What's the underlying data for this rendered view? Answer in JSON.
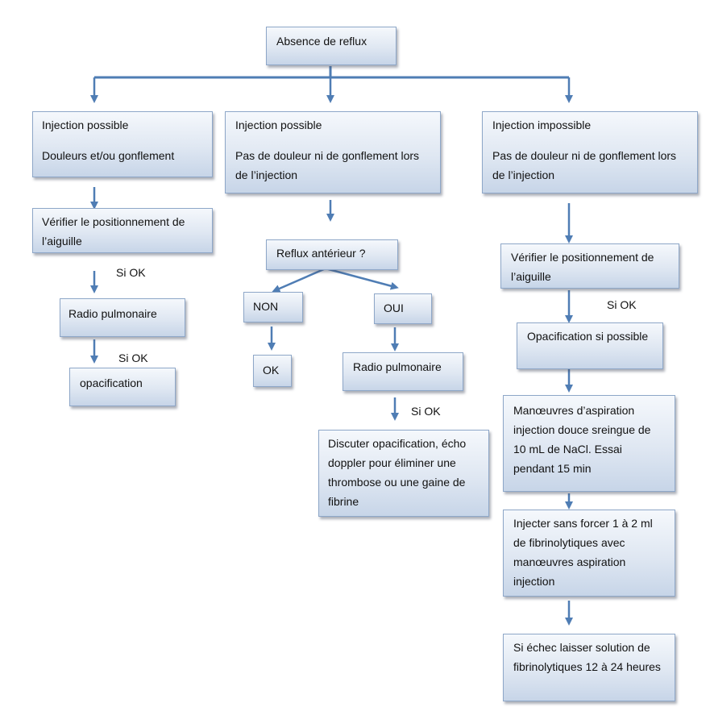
{
  "root": {
    "text": "Absence de reflux"
  },
  "left": {
    "header": [
      "Injection possible",
      "Douleurs et/ou gonflement"
    ],
    "step1": "Vérifier le positionnement de l’aiguille",
    "condition1": "Si OK",
    "step2": "Radio pulmonaire",
    "condition2": "Si OK",
    "step3": "opacification"
  },
  "middle": {
    "header": [
      "Injection possible",
      "Pas de douleur  ni de gonflement lors de l’injection"
    ],
    "question": "Reflux antérieur ?",
    "no": "NON",
    "no_result": "OK",
    "yes": "OUI",
    "yes_step": "Radio pulmonaire",
    "condition": "Si OK",
    "yes_result": "Discuter opacification, écho doppler pour éliminer une thrombose ou une gaine de fibrine"
  },
  "right": {
    "header": [
      "Injection impossible",
      "Pas de douleur  ni de gonflement lors de l’injection"
    ],
    "step1": "Vérifier le positionnement de l’aiguille",
    "condition1": "Si OK",
    "step2": "Opacification si possible",
    "step3": "Manœuvres d’aspiration injection  douce sreingue de 10 mL de NaCl. Essai pendant 15 min",
    "step4": "Injecter sans forcer 1 à 2 ml de fibrinolytiques avec manœuvres aspiration injection",
    "step5": "Si échec laisser solution de fibrinolytiques 12 à 24 heures"
  },
  "colors": {
    "arrow": "#4f7db4",
    "box_border": "#8ea7c8",
    "box_fill_top": "#f5f8fc",
    "box_fill_bottom": "#c7d5e8"
  }
}
